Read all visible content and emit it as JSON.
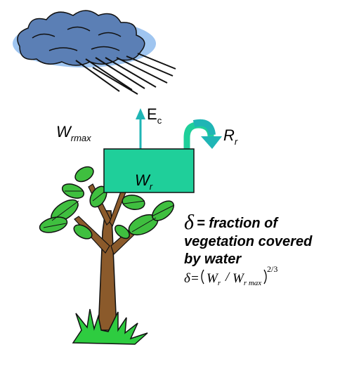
{
  "labels": {
    "ec_main": "E",
    "ec_sub": "c",
    "wrmax_main": "W",
    "wrmax_sub": "rmax",
    "rr_main": "R",
    "rr_sub": "r",
    "wr_main": "W",
    "wr_sub": "r"
  },
  "delta": {
    "symbol": "δ",
    "definition_line1": " = fraction of",
    "definition_line2": "vegetation covered",
    "definition_line3": "by water"
  },
  "formula": {
    "lhs": "δ=",
    "w1_main": "W",
    "w1_sub": "r",
    "slash": "/",
    "w2_main": "W",
    "w2_sub": "r max",
    "exponent": "2/3"
  },
  "colors": {
    "cloud_fill": "#9fc5f0",
    "reservoir_fill": "#1fcf9a",
    "arrow_color": "#1fb5b5",
    "leaf_green": "#3fbf3f",
    "trunk_brown": "#8b5a2b",
    "grass_green": "#2ecc40"
  }
}
